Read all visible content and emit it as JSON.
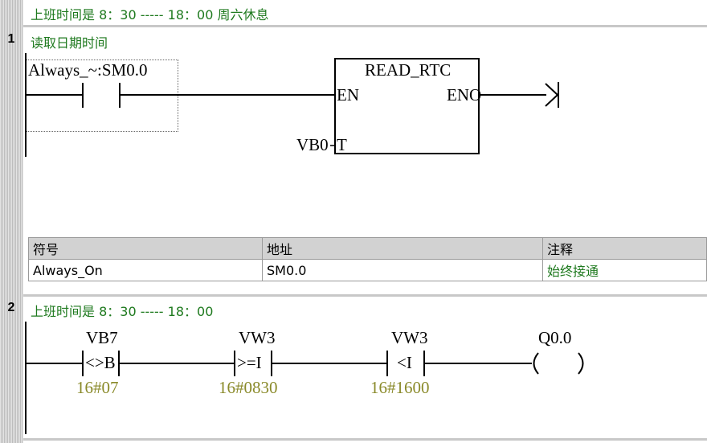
{
  "program_comment": "上班时间是 8：30 -----  18：00  周六休息",
  "networks": [
    {
      "number": "1",
      "title": "读取日期时间",
      "contact_label": "Always_~:SM0.0",
      "box": {
        "name": "READ_RTC",
        "en": "EN",
        "eno": "ENO",
        "t_pin": "T",
        "t_operand": "VB0"
      },
      "symbol_table": {
        "headers": [
          "符号",
          "地址",
          "注释"
        ],
        "rows": [
          [
            "Always_On",
            "SM0.0",
            "始终接通"
          ]
        ]
      }
    },
    {
      "number": "2",
      "title": "上班时间是 8：30 -----  18：00",
      "compares": [
        {
          "operand": "VB7",
          "op": "<>B",
          "value": "16#07"
        },
        {
          "operand": "VW3",
          "op": ">=I",
          "value": "16#0830"
        },
        {
          "operand": "VW3",
          "op": "<I",
          "value": "16#1600"
        }
      ],
      "coil": {
        "operand": "Q0.0"
      }
    }
  ],
  "colors": {
    "comment_green": "#1f7a1f",
    "constant_olive": "#8a8a2a",
    "rung_line": "#000000"
  }
}
